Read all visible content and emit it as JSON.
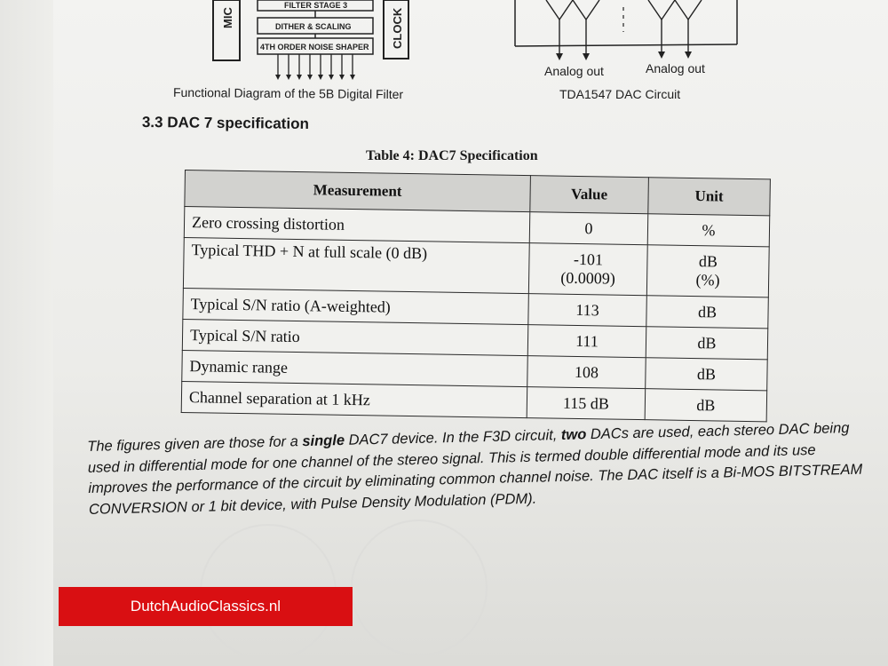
{
  "diagrams": {
    "left": {
      "blocks": [
        "FILTER STAGE 3",
        "DITHER & SCALING",
        "4TH ORDER NOISE SHAPER"
      ],
      "side_left": "MIC",
      "side_right": "CLOCK",
      "caption": "Functional Diagram of the 5B Digital Filter"
    },
    "right": {
      "outputs": [
        "Analog out",
        "Analog out"
      ],
      "caption": "TDA1547 DAC Circuit"
    }
  },
  "section": {
    "title": "3.3 DAC 7 specification"
  },
  "table": {
    "title": "Table 4: DAC7 Specification",
    "headers": [
      "Measurement",
      "Value",
      "Unit"
    ],
    "rows": [
      {
        "measurement": "Zero crossing distortion",
        "value": "0",
        "unit": "%"
      },
      {
        "measurement": "Typical THD + N at full scale (0 dB)",
        "value": "-101",
        "value2": "(0.0009)",
        "unit": "dB",
        "unit2": "(%)"
      },
      {
        "measurement": "Typical S/N ratio (A-weighted)",
        "value": "113",
        "unit": "dB"
      },
      {
        "measurement": "Typical S/N ratio",
        "value": "111",
        "unit": "dB"
      },
      {
        "measurement": "Dynamic range",
        "value": "108",
        "unit": "dB"
      },
      {
        "measurement": "Channel separation at 1 kHz",
        "value": "115 dB",
        "unit": "dB"
      }
    ]
  },
  "paragraph": {
    "p1": "The figures given are those for a ",
    "b1": "single",
    "p2": " DAC7 device. In the F3D circuit, ",
    "b2": "two",
    "p3": " DACs are used, each stereo DAC being used in differential mode for one channel of the stereo signal. This is termed double differential mode and its use improves the performance of the circuit by eliminating common channel noise. The DAC itself is a Bi-MOS BITSTREAM CONVERSION or 1 bit device, with Pulse Density Modulation (PDM)."
  },
  "brand": {
    "label": "DutchAudioClassics.nl",
    "color": "#d90f12"
  }
}
